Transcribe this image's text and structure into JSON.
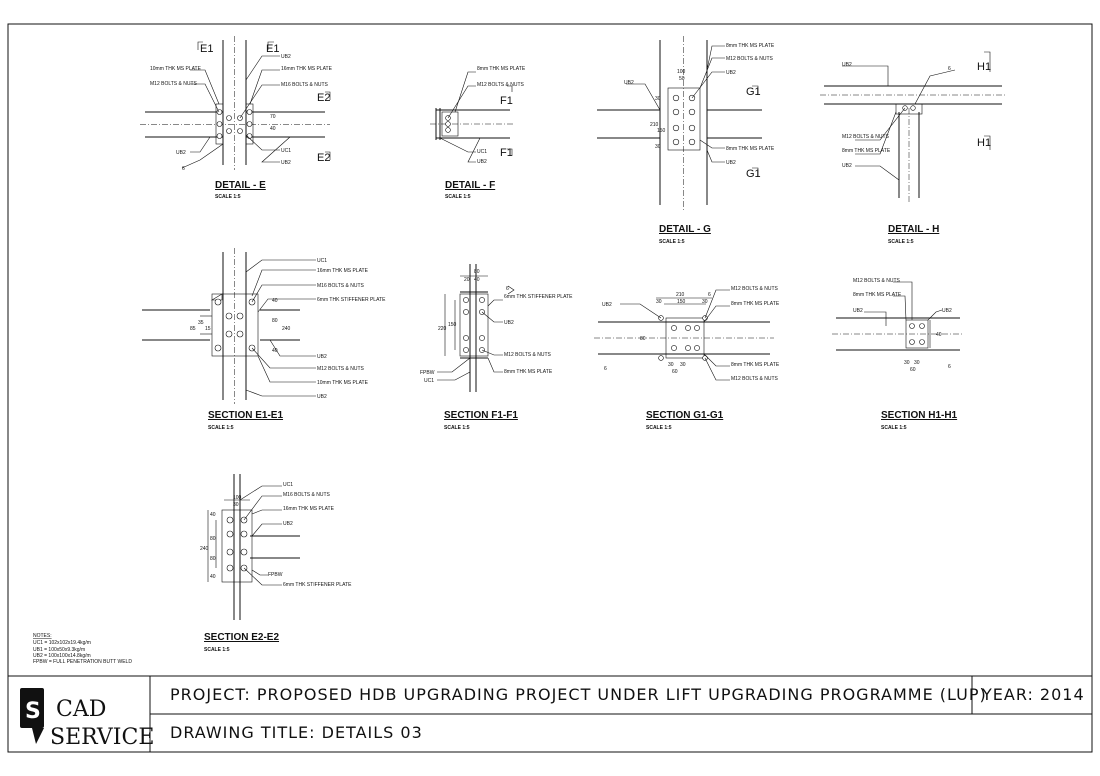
{
  "details": {
    "e": {
      "title": "DETAIL - E",
      "scale": "SCALE 1:5",
      "cut1": "E1",
      "cut2": "E2",
      "notes": [
        "10mm THK MS PLATE",
        "M12 BOLTS & NUTS",
        "UB2",
        "16mm THK MS PLATE",
        "M16 BOLTS & NUTS",
        "UC1",
        "UB2",
        "UB2"
      ],
      "dims": [
        "70",
        "40",
        "6"
      ]
    },
    "f": {
      "title": "DETAIL - F",
      "scale": "SCALE 1:5",
      "cut": "F1",
      "notes": [
        "8mm THK MS PLATE",
        "M12 BOLTS & NUTS",
        "UC1",
        "UB2"
      ]
    },
    "g": {
      "title": "DETAIL - G",
      "scale": "SCALE 1:5",
      "cut": "G1",
      "notes": [
        "UB2",
        "8mm THK MS PLATE",
        "M12 BOLTS & NUTS",
        "UB2",
        "8mm THK MS PLATE",
        "UB2"
      ],
      "dims": [
        "100",
        "50",
        "210",
        "150",
        "30",
        "30"
      ]
    },
    "h": {
      "title": "DETAIL - H",
      "scale": "SCALE 1:5",
      "cut": "H1",
      "notes": [
        "UB2",
        "M12 BOLTS & NUTS",
        "8mm THK MS PLATE",
        "UB2"
      ],
      "dims": [
        "6"
      ]
    }
  },
  "sections": {
    "e1": {
      "title": "SECTION E1-E1",
      "scale": "SCALE 1:5",
      "notes": [
        "UC1",
        "16mm THK MS PLATE",
        "M16 BOLTS & NUTS",
        "6mm THK STIFFENER PLATE",
        "UB2",
        "M12 BOLTS & NUTS",
        "10mm THK MS PLATE",
        "UB2"
      ],
      "dims": [
        "85",
        "40",
        "80",
        "240",
        "40",
        "35",
        "15"
      ]
    },
    "f1": {
      "title": "SECTION F1-F1",
      "scale": "SCALE 1:5",
      "notes": [
        "6mm THK STIFFENER PLATE",
        "UB2",
        "M12 BOLTS & NUTS",
        "8mm THK MS PLATE",
        "FPBW",
        "UC1"
      ],
      "dims": [
        "80",
        "20",
        "40",
        "220",
        "150",
        "6"
      ]
    },
    "g1": {
      "title": "SECTION G1-G1",
      "scale": "SCALE 1:5",
      "notes": [
        "M12 BOLTS & NUTS",
        "8mm THK MS PLATE",
        "UB2",
        "8mm THK MS PLATE",
        "M12 BOLTS & NUTS"
      ],
      "dims": [
        "210",
        "150",
        "30",
        "30",
        "80",
        "30",
        "60",
        "30",
        "6",
        "6"
      ]
    },
    "h1": {
      "title": "SECTION H1-H1",
      "scale": "SCALE 1:5",
      "notes": [
        "M12 BOLTS & NUTS",
        "8mm THK MS PLATE",
        "UB2",
        "UB2"
      ],
      "dims": [
        "30",
        "30",
        "60",
        "40",
        "6"
      ]
    },
    "e2": {
      "title": "SECTION E2-E2",
      "scale": "SCALE 1:5",
      "notes": [
        "UC1",
        "M16 BOLTS & NUTS",
        "16mm THK MS PLATE",
        "UB2",
        "FPBW",
        "6mm THK STIFFENER PLATE"
      ],
      "dims": [
        "100",
        "30",
        "40",
        "80",
        "240",
        "80",
        "40"
      ]
    }
  },
  "notes": {
    "heading": "NOTES:",
    "lines": [
      "UC1  =  102x102x19.4kg/m",
      "UB1  =  100x50x9.3kg/m",
      "UB2  =  100x100x14.8kg/m",
      "FPBW = FULL PENETRATION BUTT WELD"
    ]
  },
  "title_block": {
    "logo_letter": "S",
    "logo_line1": "CAD",
    "logo_line2": "SERVICE",
    "project": "PROJECT: PROPOSED HDB UPGRADING PROJECT UNDER LIFT UPGRADING PROGRAMME (LUP)",
    "year": "YEAR: 2014",
    "drawing_title": "DRAWING TITLE: DETAILS 03"
  }
}
